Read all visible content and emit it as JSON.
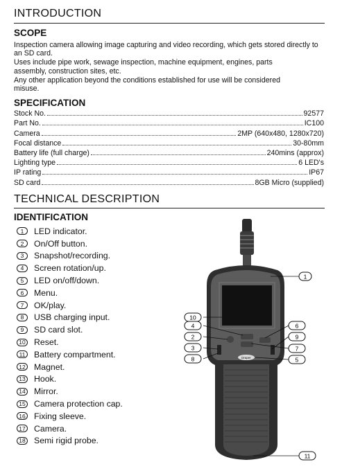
{
  "introduction": {
    "heading": "INTRODUCTION",
    "scope_heading": "SCOPE",
    "scope_paragraphs": [
      "Inspection camera allowing image capturing and video recording, which gets stored directly to an SD card.",
      "Uses include pipe work, sewage inspection, machine equipment, engines, parts assembly, construction sites, etc.",
      "Any other application beyond the conditions established for use will be considered misuse."
    ]
  },
  "specification": {
    "heading": "SPECIFICATION",
    "rows": [
      {
        "label": "Stock No.",
        "value": "92577"
      },
      {
        "label": "Part No.",
        "value": "IC100"
      },
      {
        "label": "Camera",
        "value": "2MP (640x480, 1280x720)"
      },
      {
        "label": "Focal distance",
        "value": "30-80mm"
      },
      {
        "label": "Battery life (full charge)",
        "value": "240mins (approx)"
      },
      {
        "label": "Lighting type",
        "value": "6 LED's"
      },
      {
        "label": "IP rating",
        "value": "IP67"
      },
      {
        "label": "SD card",
        "value": "8GB Micro (supplied)"
      }
    ]
  },
  "technical": {
    "heading": "TECHNICAL DESCRIPTION",
    "identification_heading": "IDENTIFICATION",
    "items": [
      {
        "num": "1",
        "label": "LED indicator."
      },
      {
        "num": "2",
        "label": "On/Off button."
      },
      {
        "num": "3",
        "label": "Snapshot/recording."
      },
      {
        "num": "4",
        "label": "Screen rotation/up."
      },
      {
        "num": "5",
        "label": "LED on/off/down."
      },
      {
        "num": "6",
        "label": "Menu."
      },
      {
        "num": "7",
        "label": "OK/play."
      },
      {
        "num": "8",
        "label": "USB charging input."
      },
      {
        "num": "9",
        "label": "SD card slot."
      },
      {
        "num": "10",
        "label": "Reset."
      },
      {
        "num": "11",
        "label": "Battery compartment."
      },
      {
        "num": "12",
        "label": "Magnet."
      },
      {
        "num": "13",
        "label": "Hook."
      },
      {
        "num": "14",
        "label": "Mirror."
      },
      {
        "num": "15",
        "label": "Camera protection cap."
      },
      {
        "num": "16",
        "label": "Fixing sleeve."
      },
      {
        "num": "17",
        "label": "Camera."
      },
      {
        "num": "18",
        "label": "Semi rigid probe."
      }
    ]
  },
  "diagram": {
    "callouts": [
      "1",
      "10",
      "4",
      "6",
      "2",
      "9",
      "3",
      "7",
      "8",
      "5",
      "11"
    ],
    "brand_text": "Draper"
  }
}
